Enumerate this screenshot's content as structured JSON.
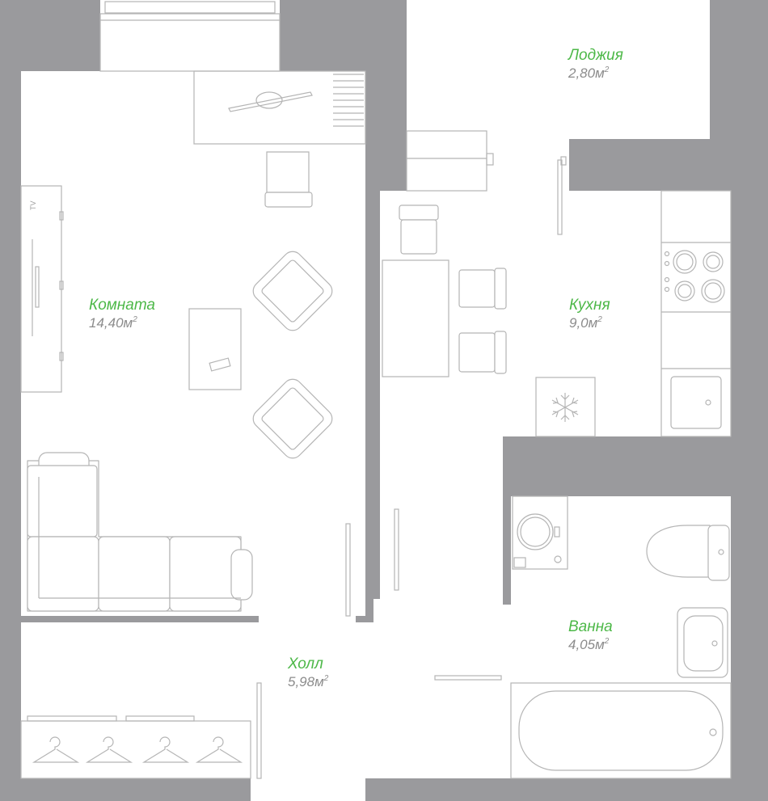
{
  "rooms": {
    "loggia": {
      "name": "Лоджия",
      "area": "2,80м",
      "unit_sup": "2"
    },
    "room": {
      "name": "Комната",
      "area": "14,40м",
      "unit_sup": "2"
    },
    "kitchen": {
      "name": "Кухня",
      "area": "9,0м",
      "unit_sup": "2"
    },
    "bath": {
      "name": "Ванна",
      "area": "4,05м",
      "unit_sup": "2"
    },
    "hall": {
      "name": "Холл",
      "area": "5,98м",
      "unit_sup": "2"
    }
  },
  "tv_label": "TV",
  "colors": {
    "wall": "#9a9a9d",
    "room_name": "#4db848",
    "room_area": "#8c8c8c",
    "furniture_line": "#b5b5b5",
    "background": "#ffffff"
  }
}
